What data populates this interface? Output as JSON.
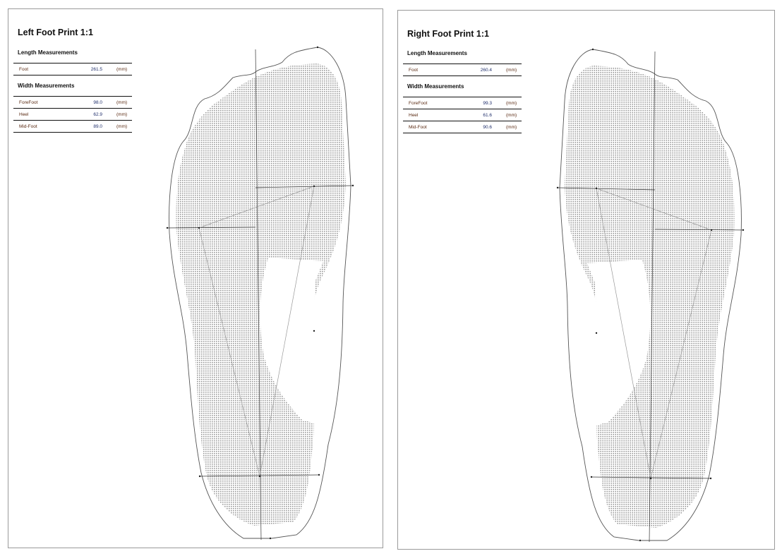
{
  "left": {
    "title": "Left Foot Print 1:1",
    "length_heading": "Length Measurements",
    "length": [
      {
        "label": "Foot",
        "value": "261.5",
        "unit": "(mm)"
      }
    ],
    "width_heading": "Width Measurements",
    "width": [
      {
        "label": "ForeFoot",
        "value": "98.0",
        "unit": "(mm)"
      },
      {
        "label": "Heel",
        "value": "62.9",
        "unit": "(mm)"
      },
      {
        "label": "Mid-Foot",
        "value": "89.0",
        "unit": "(mm)"
      }
    ]
  },
  "right": {
    "title": "Right Foot Print 1:1",
    "length_heading": "Length Measurements",
    "length": [
      {
        "label": "Foot",
        "value": "260.4",
        "unit": "(mm)"
      }
    ],
    "width_heading": "Width Measurements",
    "width": [
      {
        "label": "ForeFoot",
        "value": "99.3",
        "unit": "(mm)"
      },
      {
        "label": "Heel",
        "value": "61.6",
        "unit": "(mm)"
      },
      {
        "label": "Mid-Foot",
        "value": "90.6",
        "unit": "(mm)"
      }
    ]
  }
}
